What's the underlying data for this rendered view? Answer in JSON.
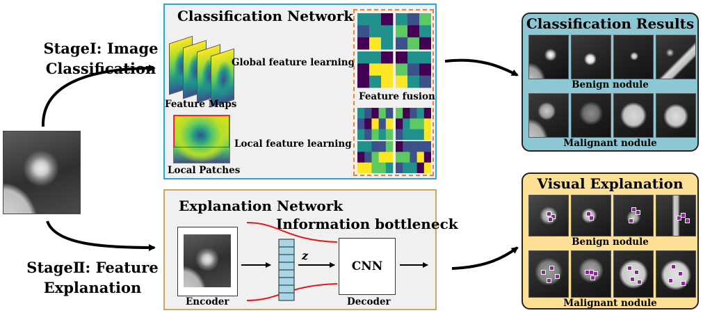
{
  "stages": {
    "stage1_line1": "StageI: Image",
    "stage1_line2": "Classification",
    "stage2_line1": "StageⅡ: Feature",
    "stage2_line2": "Explanation"
  },
  "classification_network": {
    "title": "Classification Network",
    "feature_maps_label": "Feature Maps",
    "global_label": "Global feature learning",
    "local_patches_label": "Local Patches",
    "local_label": "Local feature learning",
    "fusion_label": "Feature fusion"
  },
  "explanation_network": {
    "title": "Explanation  Network",
    "bottleneck_label": "Information bottleneck",
    "encoder_label": "Encoder",
    "z_label": "z",
    "cnn_label": "CNN",
    "decoder_label": "Decoder"
  },
  "classification_results": {
    "title": "Classification Results",
    "benign_label": "Benign nodule",
    "malignant_label": "Malignant nodule"
  },
  "visual_explanation": {
    "title": "Visual Explanation",
    "benign_label": "Benign nodule",
    "malignant_label": "Malignant nodule"
  },
  "colors": {
    "classification_border": "#29a3e2",
    "explanation_border": "#c9a75c",
    "results_fill": "#8ec7d4",
    "explanation_fill": "#fbe096",
    "fusion_dashed": "#f07f2a",
    "bottleneck_red": "#e8151b",
    "viridis": [
      "#440154",
      "#3b528b",
      "#21918c",
      "#5ec962",
      "#fde725"
    ]
  }
}
